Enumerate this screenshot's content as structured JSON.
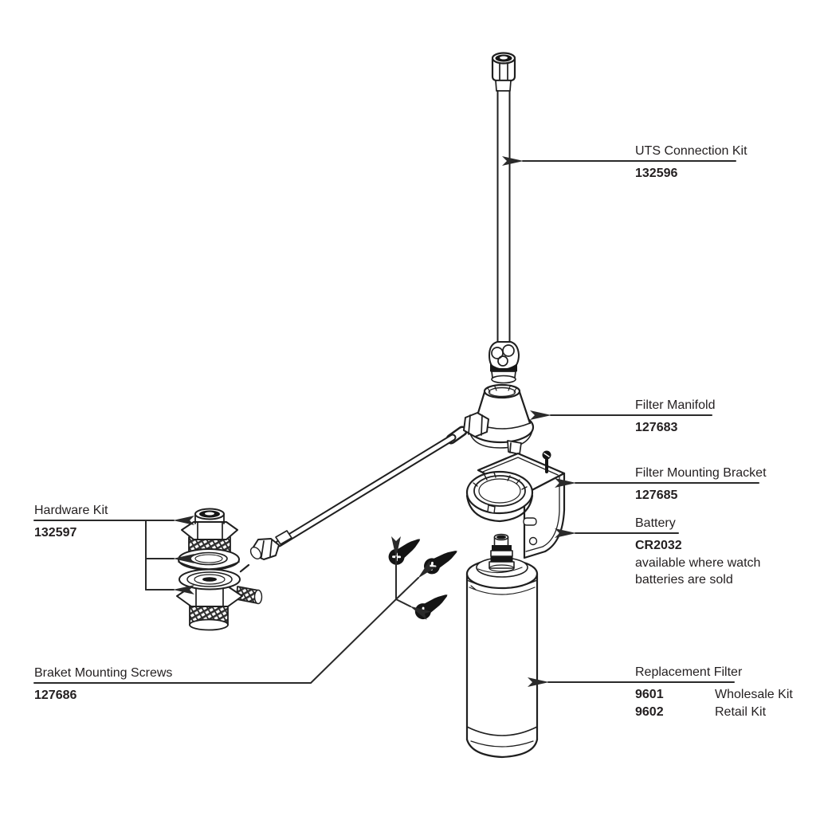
{
  "diagram": {
    "background_color": "#ffffff",
    "line_color": "#2a2a2a",
    "text_color": "#231f20"
  },
  "labels": {
    "uts_connection_kit": {
      "title": "UTS Connection Kit",
      "part_number": "132596"
    },
    "filter_manifold": {
      "title": "Filter Manifold",
      "part_number": "127683"
    },
    "filter_mounting_bracket": {
      "title": "Filter Mounting Bracket",
      "part_number": "127685"
    },
    "battery": {
      "title": "Battery",
      "part_number": "CR2032",
      "availability_note": "available where watch\nbatteries are sold"
    },
    "replacement_filter": {
      "title": "Replacement Filter",
      "variants": [
        {
          "part_number": "9601",
          "kit_type": "Wholesale Kit"
        },
        {
          "part_number": "9602",
          "kit_type": "Retail Kit"
        }
      ]
    },
    "hardware_kit": {
      "title": "Hardware Kit",
      "part_number": "132597"
    },
    "bracket_mounting_screws": {
      "title": "Braket Mounting Screws",
      "part_number": "127686"
    }
  }
}
